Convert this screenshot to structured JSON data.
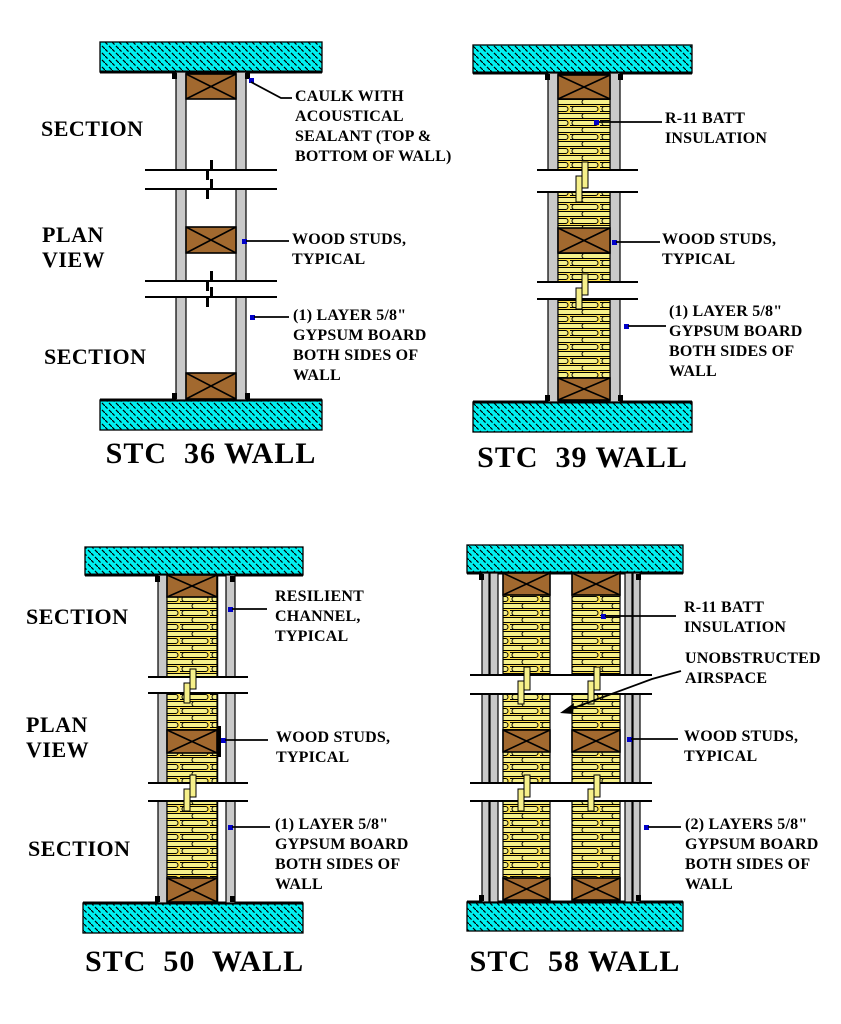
{
  "colors": {
    "slab_fill": "#00F0F0",
    "hatch_line": "#000000",
    "gypsum_board": "#C9C9C9",
    "wood_stud": "#A2692F",
    "insulation_blob": "#F6F08A",
    "insulation_bg": "#FFE14A",
    "leader_dot": "#0000C8",
    "outline": "#000000"
  },
  "panels": {
    "stc36": {
      "title": "STC  36 WALL",
      "labels": {
        "section_top": "SECTION",
        "plan_view": "PLAN\nVIEW",
        "section_bottom": "SECTION"
      },
      "notes": {
        "caulk": "CAULK WITH\nACOUSTICAL\nSEALANT (TOP &\nBOTTOM OF WALL)",
        "studs": "WOOD STUDS,\nTYPICAL",
        "gypsum": "(1) LAYER 5/8\"\nGYPSUM BOARD\nBOTH SIDES OF\nWALL"
      }
    },
    "stc39": {
      "title": "STC  39 WALL",
      "notes": {
        "insulation": "R-11 BATT\nINSULATION",
        "studs": "WOOD STUDS,\nTYPICAL",
        "gypsum": "(1) LAYER 5/8\"\nGYPSUM BOARD\nBOTH SIDES OF\nWALL"
      }
    },
    "stc50": {
      "title": "STC  50  WALL",
      "labels": {
        "section_top": "SECTION",
        "plan_view": "PLAN\nVIEW",
        "section_bottom": "SECTION"
      },
      "notes": {
        "channel": "RESILIENT\nCHANNEL,\nTYPICAL",
        "studs": "WOOD STUDS,\nTYPICAL",
        "gypsum": "(1) LAYER 5/8\"\nGYPSUM BOARD\nBOTH SIDES OF\nWALL"
      }
    },
    "stc58": {
      "title": "STC  58 WALL",
      "notes": {
        "insulation": "R-11 BATT\nINSULATION",
        "airspace": "UNOBSTRUCTED\nAIRSPACE",
        "studs": "WOOD STUDS,\nTYPICAL",
        "gypsum": "(2) LAYERS 5/8\"\nGYPSUM BOARD\nBOTH SIDES OF\nWALL"
      }
    }
  }
}
